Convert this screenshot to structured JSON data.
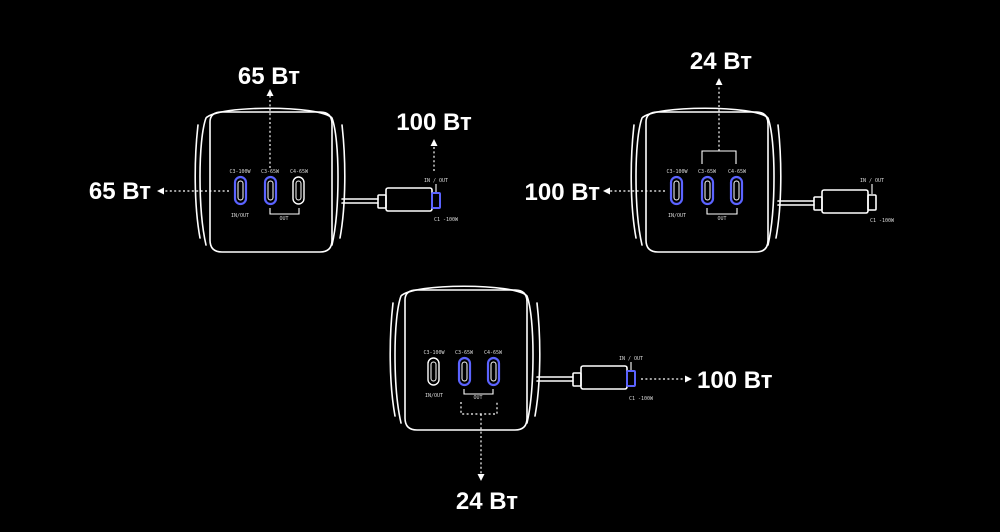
{
  "diagrams": [
    {
      "port_labels": [
        "C3-100W",
        "C3-65W",
        "C4-65W"
      ],
      "in_out_label": "IN/OUT",
      "out_label": "OUT",
      "cable_in_out_label": "IN / OUT",
      "cable_port_label": "C1 -100W",
      "callouts": {
        "top": "65 Вт",
        "left": "65 Вт",
        "cable": "100 Вт"
      }
    },
    {
      "port_labels": [
        "C3-100W",
        "C3-65W",
        "C4-65W"
      ],
      "in_out_label": "IN/OUT",
      "out_label": "OUT",
      "cable_in_out_label": "IN / OUT",
      "cable_port_label": "C1 -100W",
      "callouts": {
        "top": "24 Вт",
        "left": "100 Вт"
      }
    },
    {
      "port_labels": [
        "C3-100W",
        "C3-65W",
        "C4-65W"
      ],
      "in_out_label": "IN/OUT",
      "out_label": "OUT",
      "cable_in_out_label": "IN / OUT",
      "cable_port_label": "C1 -100W",
      "callouts": {
        "right": "100 Вт",
        "bottom": "24 Вт"
      }
    }
  ],
  "colors": {
    "background": "#000000",
    "line": "#ffffff",
    "active_port": "#5b63ff",
    "inactive_port": "#ffffff"
  }
}
